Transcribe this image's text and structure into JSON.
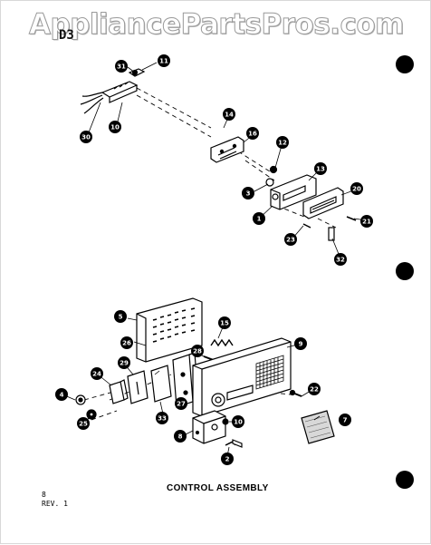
{
  "watermark": "AppliancePartsPros.com",
  "corner_mark": "D3",
  "title": "CONTROL ASSEMBLY",
  "page_number": "8",
  "revision": "REV. 1",
  "callouts": {
    "c31": "31",
    "c11": "11",
    "c30": "30",
    "c10a": "10",
    "c14": "14",
    "c16": "16",
    "c12": "12",
    "c3": "3",
    "c13": "13",
    "c1": "1",
    "c20": "20",
    "c21": "21",
    "c23": "23",
    "c32": "32",
    "c5": "5",
    "c15": "15",
    "c26": "26",
    "c28": "28",
    "c9": "9",
    "c24": "24",
    "c29": "29",
    "c4": "4",
    "c27": "27",
    "c22": "22",
    "c25": "25",
    "c33": "33",
    "c10b": "10",
    "c8": "8",
    "c7": "7",
    "c2": "2"
  }
}
